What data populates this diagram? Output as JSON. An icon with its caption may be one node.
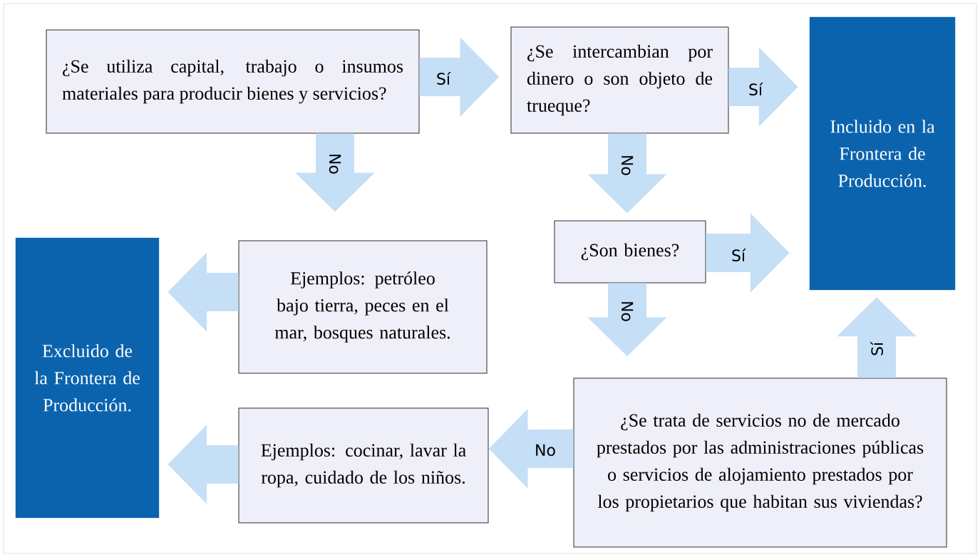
{
  "diagram": {
    "nodes": [
      {
        "text": [
          "¿Se utiliza capital, trabajo o insumos materiales para producir bienes y servicios?"
        ]
      },
      {
        "text": [
          "¿Se intercambian por dinero o son objeto de trueque?"
        ]
      },
      {
        "text": [
          "Incluido en la Frontera de Producción."
        ]
      },
      {
        "text": [
          "¿Son bienes?"
        ]
      },
      {
        "text": [
          "Ejemplos: petróleo bajo tierra, peces en el mar, bosques naturales."
        ]
      },
      {
        "text": [
          "Excluido de la Frontera de Producción."
        ]
      },
      {
        "text": [
          "¿Se trata de servicios no de mercado prestados por las administraciones públicas o servicios de alojamiento prestados por los propietarios que habitan sus viviendas?"
        ]
      },
      {
        "text": [
          "Ejemplos: cocinar, lavar la ropa, cuidado de los niños."
        ]
      }
    ],
    "edges": [
      {
        "from": 0,
        "to": 1,
        "arrow": "to",
        "label": "Sí"
      },
      {
        "from": 0,
        "to": 4,
        "arrow": "to",
        "label": "No"
      },
      {
        "from": 1,
        "to": 2,
        "arrow": "to",
        "label": "Sí"
      },
      {
        "from": 1,
        "to": 3,
        "arrow": "to",
        "label": "No"
      },
      {
        "from": 3,
        "to": 2,
        "arrow": "to",
        "label": "Sí"
      },
      {
        "from": 3,
        "to": 6,
        "arrow": "to",
        "label": "No"
      },
      {
        "from": 6,
        "to": 2,
        "arrow": "to",
        "label": "Sí"
      },
      {
        "from": 6,
        "to": 7,
        "arrow": "to",
        "label": "No"
      },
      {
        "from": 4,
        "to": 5,
        "arrow": "to"
      },
      {
        "from": 7,
        "to": 5,
        "arrow": "to"
      }
    ]
  }
}
